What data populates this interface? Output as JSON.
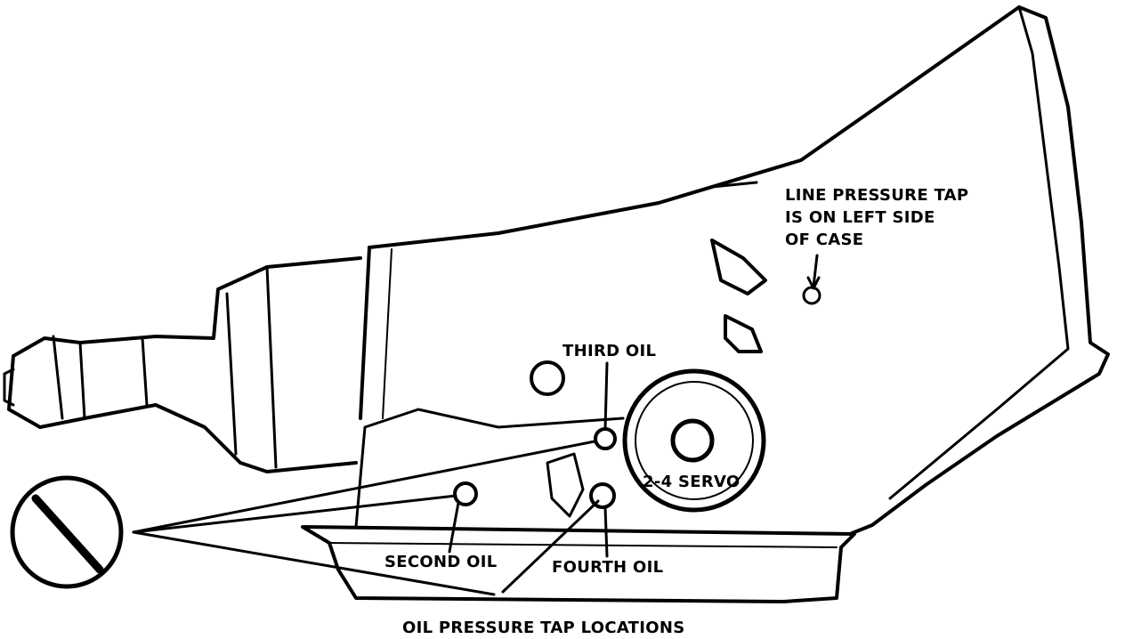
{
  "labels": {
    "line_pressure_1": "LINE PRESSURE TAP",
    "line_pressure_2": "IS ON LEFT SIDE",
    "line_pressure_3": "OF CASE",
    "third_oil": "THIRD OIL",
    "servo": "2-4 SERVO",
    "second_oil": "SECOND OIL",
    "fourth_oil": "FOURTH OIL",
    "caption": "OIL PRESSURE TAP LOCATIONS"
  },
  "colors": {
    "ink": "#000000",
    "paper": "#ffffff"
  }
}
